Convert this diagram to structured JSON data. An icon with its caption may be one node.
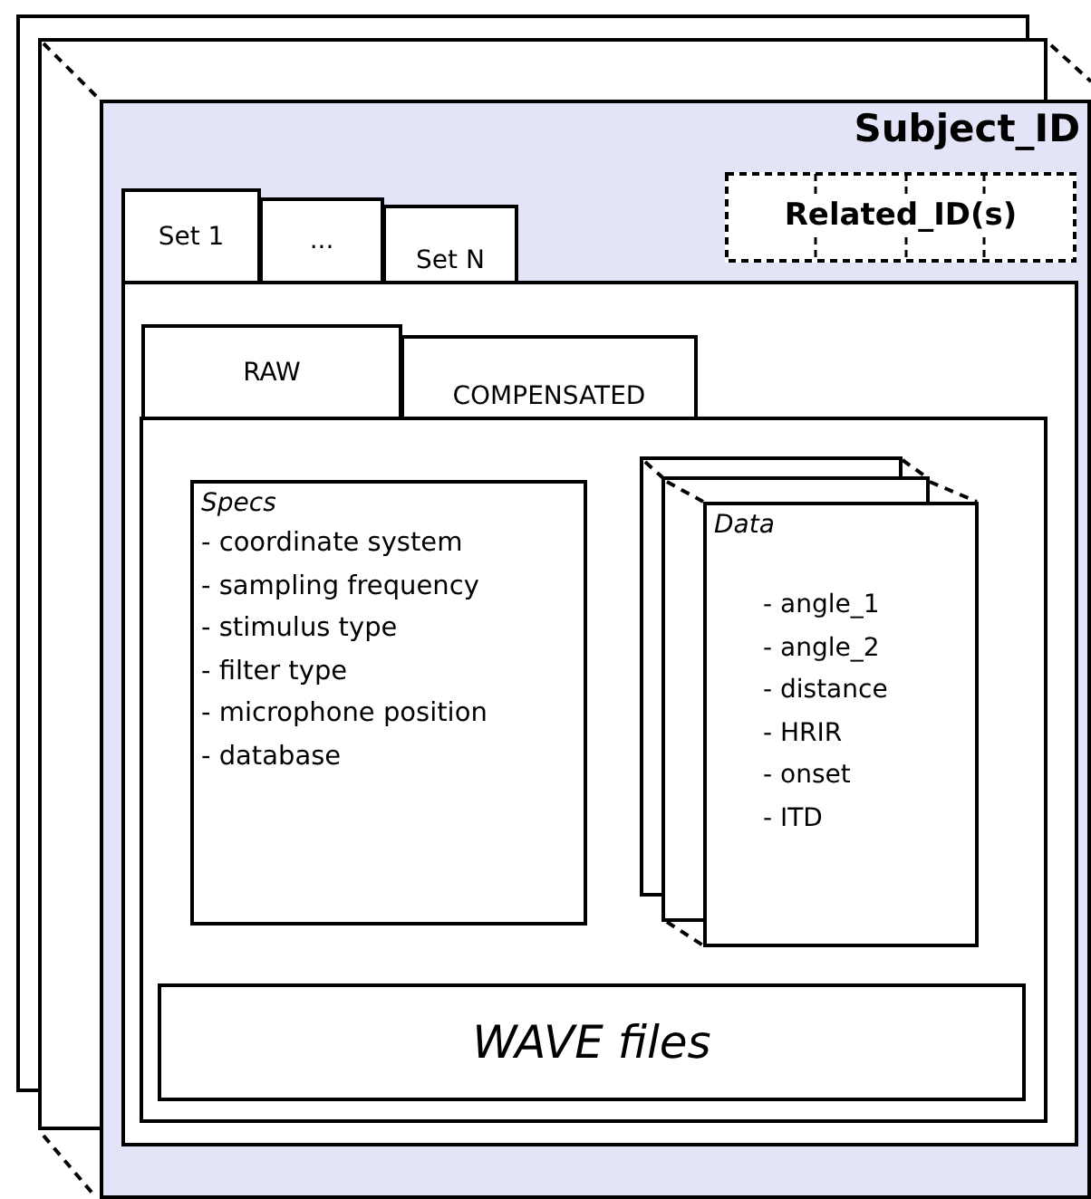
{
  "diagram": {
    "nodes": [
      {
        "text": [],
        "shape": "box"
      },
      {
        "text": [],
        "shape": "box"
      },
      {
        "text": [
          "Subject_ID"
        ]
      },
      {
        "text": [
          "Related_ID(s)"
        ],
        "in": 2
      },
      {
        "text": [
          "Set 1"
        ],
        "in": 2
      },
      {
        "text": [
          "..."
        ],
        "in": 2
      },
      {
        "text": [
          "Set N"
        ],
        "in": 2
      },
      {
        "text": [],
        "shape": "box",
        "in": 2
      },
      {
        "text": [
          "RAW"
        ],
        "in": 7
      },
      {
        "text": [
          "COMPENSATED"
        ],
        "in": 7
      },
      {
        "text": [],
        "shape": "box",
        "in": 7
      },
      {
        "text": [
          "Specs",
          "- coordinate system",
          "- sampling frequency",
          "- stimulus type",
          "- filter type",
          "- microphone position",
          "- database"
        ],
        "in": 10
      },
      {
        "text": [
          "Data",
          "- angle_1",
          "- angle_2",
          "- distance",
          "- HRIR",
          "- onset",
          "- ITD"
        ],
        "in": 10
      },
      {
        "text": [
          "WAVE files"
        ],
        "in": 10
      }
    ]
  }
}
